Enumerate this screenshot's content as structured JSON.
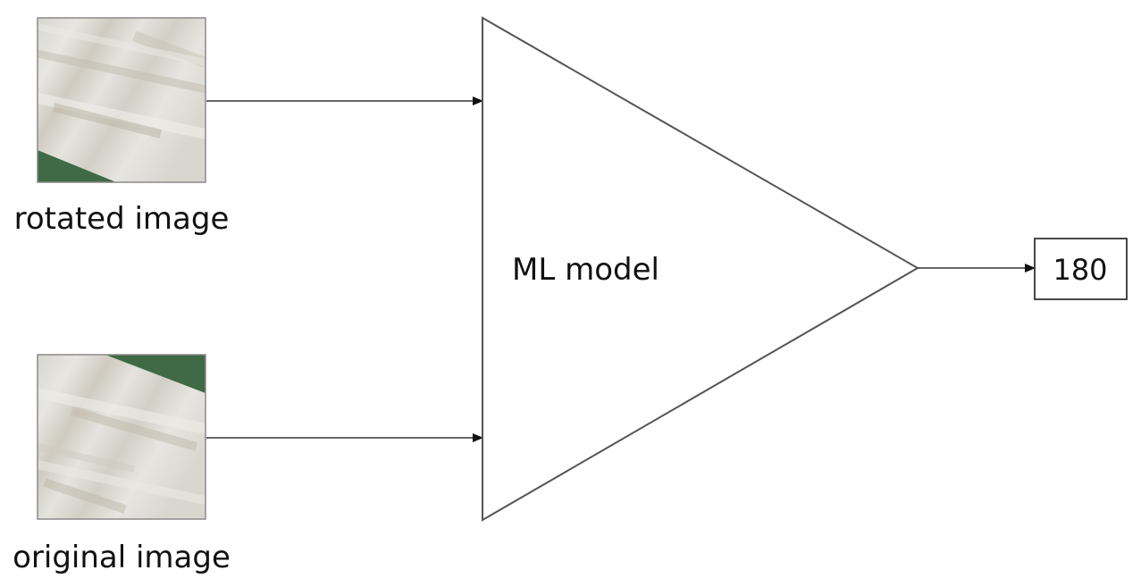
{
  "inputs": {
    "rotated": {
      "label": "rotated image"
    },
    "original": {
      "label": "original image"
    }
  },
  "model": {
    "label": "ML model"
  },
  "output": {
    "value": "180"
  },
  "colors": {
    "stroke": "#555555",
    "texture_light": "#dcdbd5",
    "texture_dark": "#b9b5a6",
    "grass": "#3f6a45"
  }
}
